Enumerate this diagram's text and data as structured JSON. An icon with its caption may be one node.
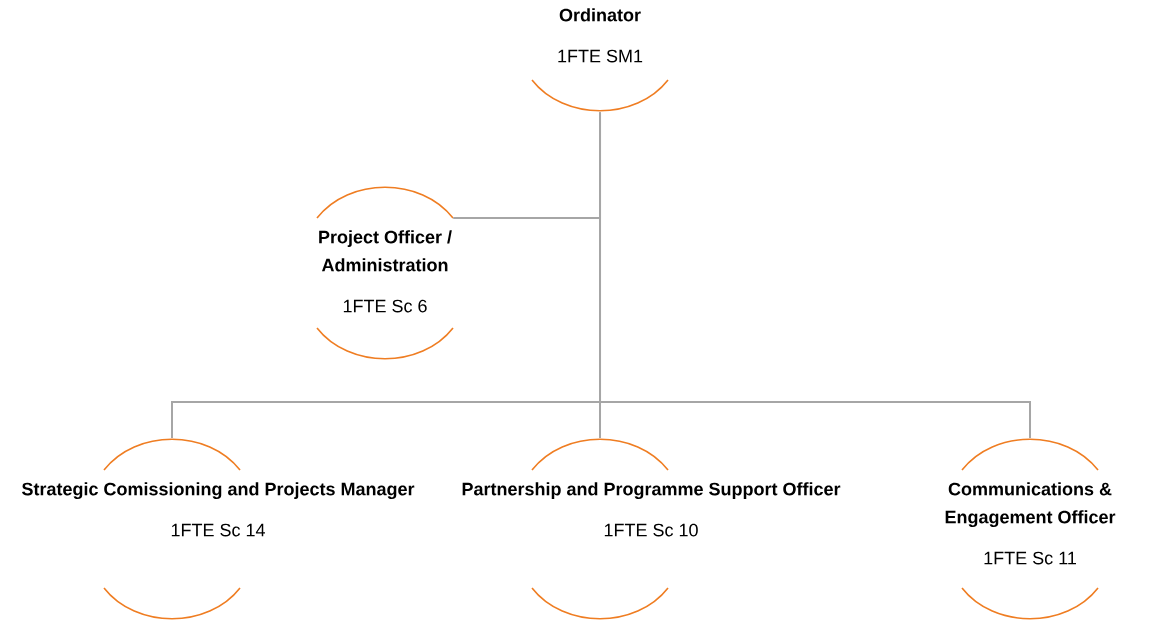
{
  "diagram": {
    "nodes": [
      {
        "text": [
          "Ordinator",
          "1FTE SM1"
        ]
      },
      {
        "text": [
          "Project Officer / Administration",
          "1FTE Sc 6"
        ]
      },
      {
        "text": [
          "Strategic Comissioning and Projects Manager",
          "1FTE Sc 14"
        ]
      },
      {
        "text": [
          "Partnership and Programme Support Officer",
          "1FTE Sc 10"
        ]
      },
      {
        "text": [
          "Communications & Engagement Officer",
          "1FTE Sc 11"
        ]
      }
    ],
    "edges": [
      {
        "from": 0,
        "to": 1,
        "arrow": "none"
      },
      {
        "from": 0,
        "to": 2,
        "arrow": "none"
      },
      {
        "from": 0,
        "to": 3,
        "arrow": "none"
      },
      {
        "from": 0,
        "to": 4,
        "arrow": "none"
      }
    ]
  }
}
